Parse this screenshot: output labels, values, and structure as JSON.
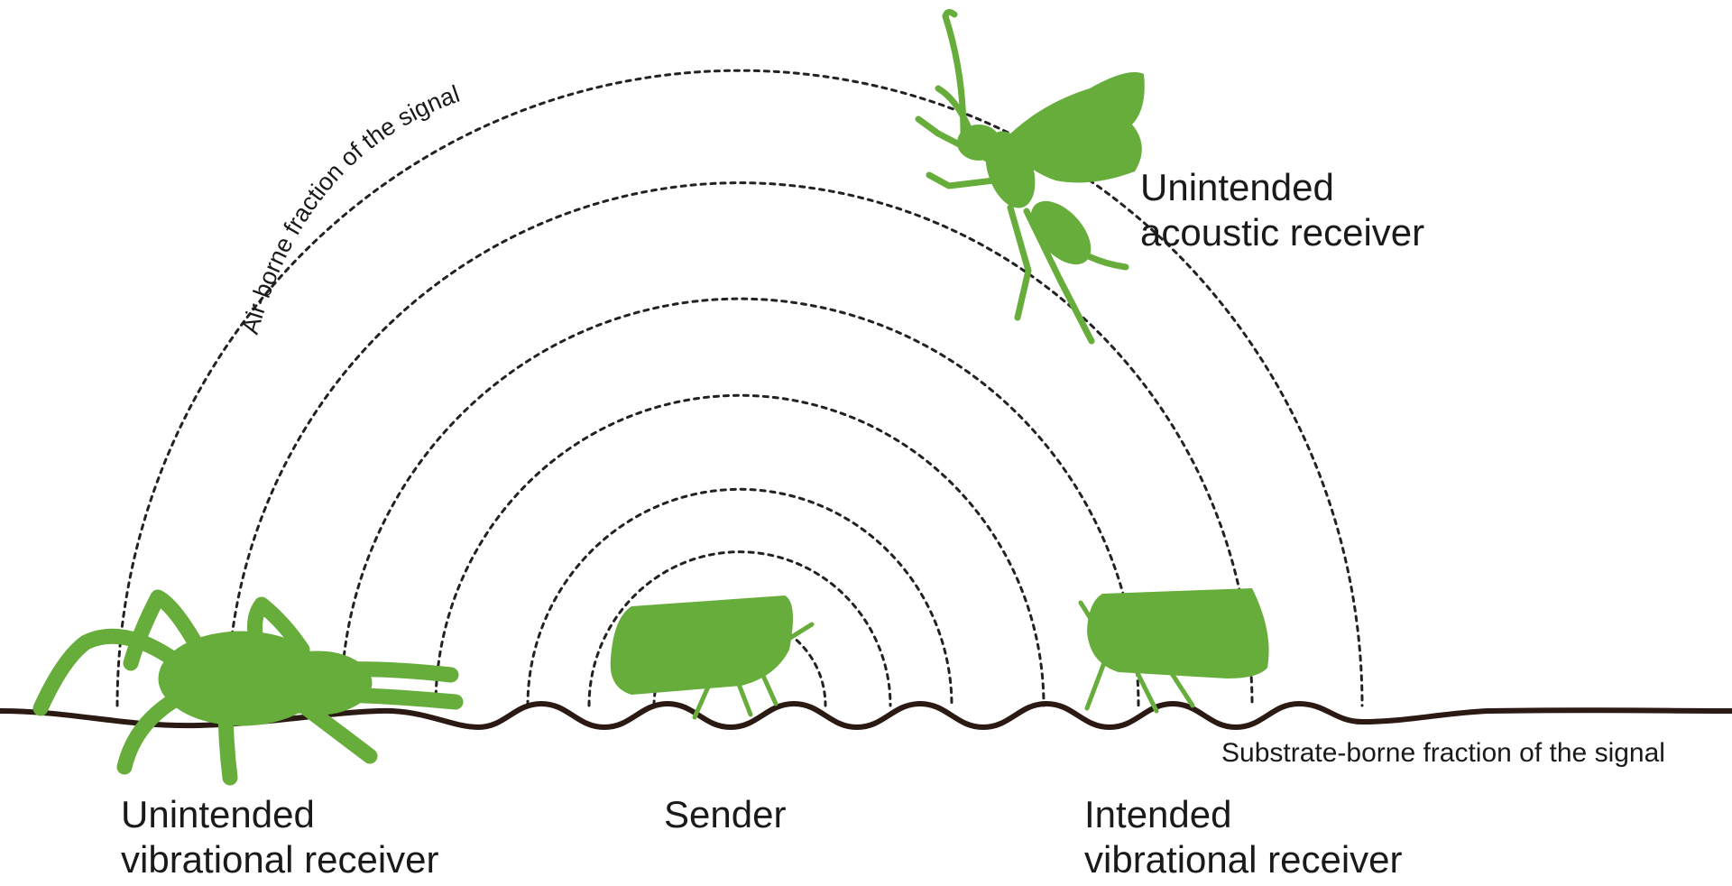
{
  "colors": {
    "organism": "#67ad3b",
    "substrate": "#2b1a14",
    "wave": "#222222",
    "text": "#1a1a1a"
  },
  "labels": {
    "air_borne": "Air-borne fraction of the signal",
    "substrate_borne": "Substrate-borne fraction of the signal",
    "unintended_acoustic": [
      "Unintended",
      "acoustic receiver"
    ],
    "unintended_vibrational": [
      "Unintended",
      "vibrational receiver"
    ],
    "sender": "Sender",
    "intended_vibrational": [
      "Intended",
      "vibrational receiver"
    ]
  },
  "organisms": [
    "spider",
    "sender-leafhopper",
    "intended-receiver-leafhopper",
    "flying-insect"
  ],
  "wave_count": 7
}
